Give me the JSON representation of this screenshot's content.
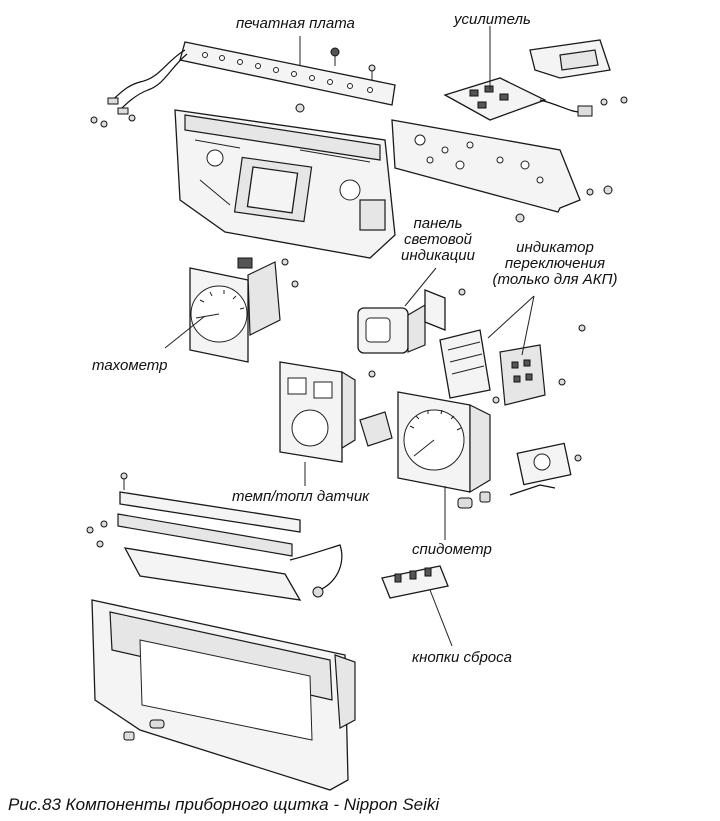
{
  "labels": {
    "pcb": "печатная плата",
    "amplifier": "усилитель",
    "indicator_panel_1": "панель",
    "indicator_panel_2": "световой",
    "indicator_panel_3": "индикации",
    "shift_indicator_1": "индикатор",
    "shift_indicator_2": "переключения",
    "shift_indicator_3": "(только для АКП)",
    "tachometer": "тахометр",
    "temp_fuel_sensor": "темп/топл датчик",
    "speedometer": "спидометр",
    "reset_buttons": "кнопки сброса"
  },
  "caption": "Рис.83  Компоненты приборного щитка - Nippon Seiki"
}
